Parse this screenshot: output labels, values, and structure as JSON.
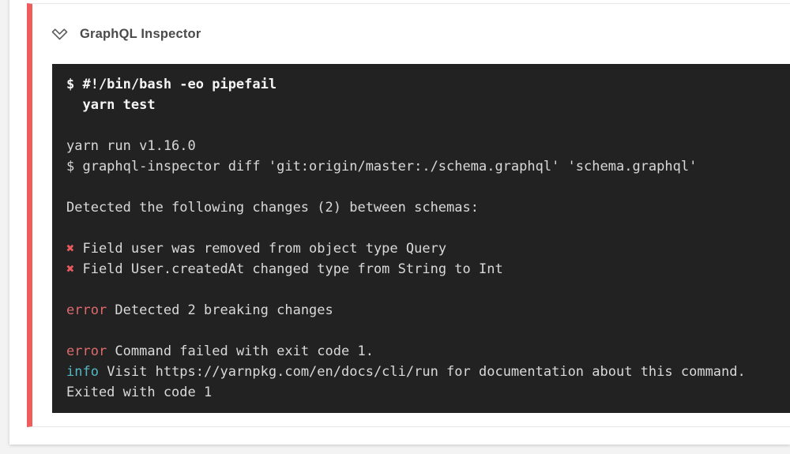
{
  "colors": {
    "page_bg": "#f3f3f3",
    "card_bg": "#ffffff",
    "divider": "#e6e6e6",
    "status_red": "#ee5c5c",
    "terminal_bg": "#222222",
    "terminal_fg": "#d9d9d9",
    "command": "#f5f5f5",
    "cross": "#e85a5e",
    "error": "#dd6a6d",
    "info": "#53b8c4"
  },
  "step": {
    "title": "GraphQL Inspector",
    "status": "failed",
    "collapse_icon": "double-chevron-down-icon"
  },
  "terminal": {
    "lines": [
      [
        {
          "t": "$ #!/bin/bash -eo pipefail",
          "s": "command"
        }
      ],
      [
        {
          "t": "  yarn test",
          "s": "command"
        }
      ],
      [],
      [
        {
          "t": "yarn run v1.16.0"
        }
      ],
      [
        {
          "t": "$ graphql-inspector diff 'git:origin/master:./schema.graphql' 'schema.graphql'"
        }
      ],
      [],
      [
        {
          "t": "Detected the following changes (2) between schemas:"
        }
      ],
      [],
      [
        {
          "t": "✖",
          "s": "cross"
        },
        {
          "t": " Field user was removed from object type Query"
        }
      ],
      [
        {
          "t": "✖",
          "s": "cross"
        },
        {
          "t": " Field User.createdAt changed type from String to Int"
        }
      ],
      [],
      [
        {
          "t": "error",
          "s": "error"
        },
        {
          "t": " Detected 2 breaking changes"
        }
      ],
      [],
      [
        {
          "t": "error",
          "s": "error"
        },
        {
          "t": " Command failed with exit code 1."
        }
      ],
      [
        {
          "t": "info",
          "s": "info"
        },
        {
          "t": " Visit https://yarnpkg.com/en/docs/cli/run for documentation about this command."
        }
      ],
      [
        {
          "t": "Exited with code 1"
        }
      ]
    ]
  }
}
